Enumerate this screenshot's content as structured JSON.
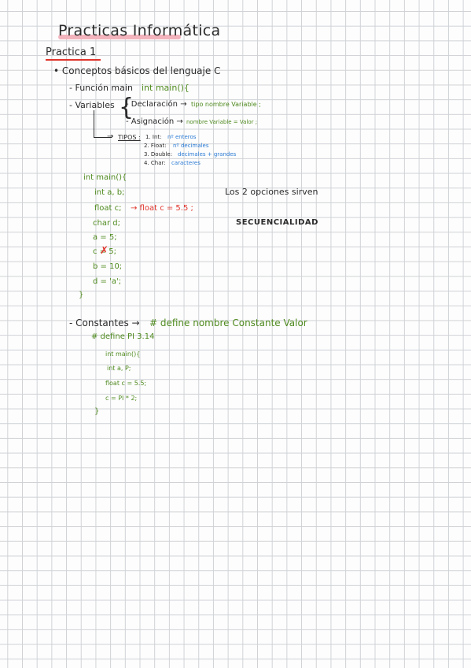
{
  "title": "Practicas Informática",
  "subtitle": "Practica 1",
  "section_conceptos": "• Conceptos básicos del lenguaje C",
  "funcion": {
    "label": "- Función main",
    "code": "int main(){"
  },
  "variables": {
    "label": "- Variables",
    "declaracion_label": "- Declaración →",
    "declaracion_value": "tipo nombre Variable ;",
    "asignacion_label": "- Asignación →",
    "asignacion_value": "nombre Variable = Valor ;",
    "tipos_label": "TIPOS :",
    "tipos": [
      {
        "label": "1. Int:",
        "desc": "nº enteros"
      },
      {
        "label": "2. Float:",
        "desc": "nº decimales"
      },
      {
        "label": "3. Double:",
        "desc": "decimales + grandes"
      },
      {
        "label": "4. Char:",
        "desc": "caracteres"
      }
    ]
  },
  "code1": {
    "lines": [
      "int main(){",
      "int a, b;",
      "float c;",
      "char d;",
      "a = 5;",
      "c = 5;",
      "b = 10;",
      "d = 'a';",
      "}"
    ],
    "float_alt": "→ float c = 5.5 ;"
  },
  "note_opciones": "Los 2 opciones sirven",
  "note_secuencialidad": "SECUENCIALIDAD",
  "constantes": {
    "label": "- Constantes →",
    "define": "# define nombre Constante Valor",
    "define_example": "# define PI 3.14",
    "lines": [
      "int main(){",
      "int a, P;",
      "float c = 5.5;",
      "c = PI * 2;",
      "}"
    ]
  }
}
